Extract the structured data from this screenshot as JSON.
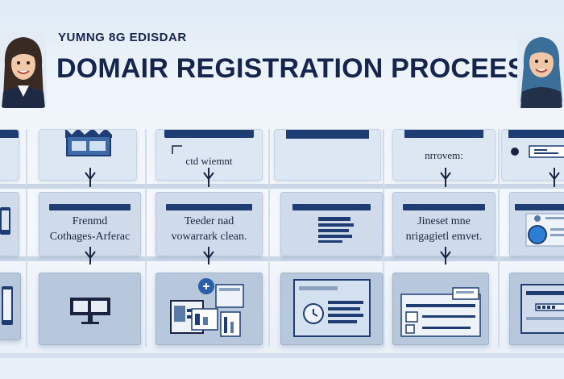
{
  "header": {
    "subtitle": "YUMNG 8G EDISDAR",
    "title": "DOMAIR REGISTRATION PROCEES"
  },
  "top_row": {
    "card_3_label": "ctd wiemnt",
    "card_5_label": "nrrovem:"
  },
  "middle_row": {
    "card_2_line1": "Frenmd",
    "card_2_line2": "Cothages-Arferac",
    "card_3_line1": "Teeder nad",
    "card_3_line2": "vowarrark clean.",
    "card_5_line1": "Jineset mne",
    "card_5_line2": "nrigagietl emvet."
  },
  "colors": {
    "navy": "#1f3d73",
    "title": "#15254d",
    "card_light": "#dde7f3",
    "card_mid": "#cfdbea",
    "card_dark": "#b7c8dc",
    "accent_blue": "#2a7fd4"
  }
}
